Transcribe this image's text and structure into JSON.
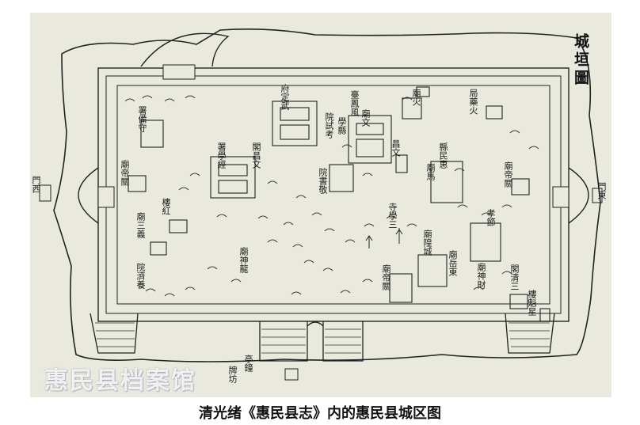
{
  "map": {
    "title": "城垣圖",
    "labels": {
      "wuding_fu": "府定武",
      "fengtai": "臺鳳風",
      "wenmiao": "廟文",
      "wenchang": "昌文",
      "kaoshi_yuan": "院試考",
      "xianxue": "學縣",
      "shouzhu": "署備守",
      "huashen": "署學經",
      "wenchang_ge": "閣昌文",
      "huiminxian": "縣民惠",
      "guandi_west": "廟帝關",
      "guandi_east": "廟帝關",
      "guandi_center": "廟帝關",
      "jingshu": "院書敬",
      "sanguan": "寺學三",
      "honglou": "樓紅",
      "sanyi": "廟三義",
      "chenghuang": "廟隍城",
      "dongyue": "廟岳東",
      "caishen": "廟神財",
      "longshen": "廟神龍",
      "yangji": "院濟養",
      "sanqing": "閣清三",
      "kuixing": "樓魁星",
      "xiao": "孝節",
      "huoyao": "局藥火",
      "huowu": "廟火",
      "mashen": "廟馬",
      "east_gate": "門東",
      "west_gate": "門西",
      "dingzhong": "亭鐘",
      "shizi": "牌坊"
    }
  },
  "watermark": "惠民县档案馆",
  "caption": "清光绪《惠民县志》内的惠民县城区图"
}
